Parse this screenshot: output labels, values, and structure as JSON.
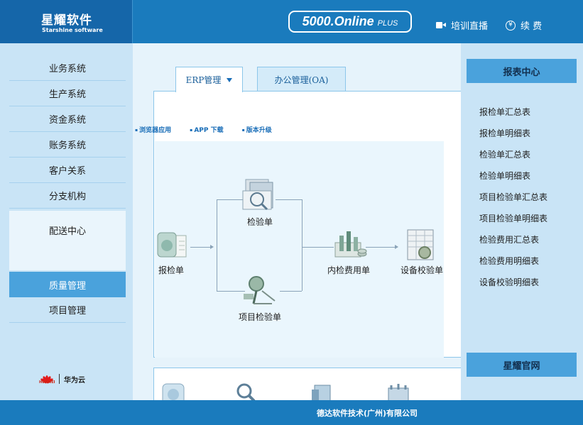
{
  "header": {
    "brand_cn": "星耀软件",
    "brand_en": "Starshine software",
    "version_main": "5000.Online",
    "version_suffix": "PLUS",
    "links": [
      {
        "label": "培训直播",
        "icon": "video-icon"
      },
      {
        "label": "续 费",
        "icon": "renew-icon"
      }
    ]
  },
  "sidebar": {
    "items": [
      {
        "label": "业务系统"
      },
      {
        "label": "生产系统"
      },
      {
        "label": "资金系统"
      },
      {
        "label": "账务系统"
      },
      {
        "label": "客户关系"
      },
      {
        "label": "分支机构"
      },
      {
        "label": "配送中心"
      },
      {
        "label": "质量管理",
        "active": true
      },
      {
        "label": "项目管理"
      }
    ],
    "partner_logo_text": "HUAWEI",
    "partner_name": "华为云"
  },
  "main": {
    "tabs": [
      {
        "label": "ERP管理",
        "active": true
      },
      {
        "label": "办公管理(OA)"
      }
    ],
    "sub_links": [
      "浏览器应用",
      "APP 下载",
      "版本升级"
    ],
    "flow": {
      "nodes": [
        {
          "label": "报检单"
        },
        {
          "label": "检验单"
        },
        {
          "label": "项目检验单"
        },
        {
          "label": "内检费用单"
        },
        {
          "label": "设备校验单"
        }
      ]
    }
  },
  "right_panel": {
    "title": "报表中心",
    "reports": [
      "报检单汇总表",
      "报检单明细表",
      "检验单汇总表",
      "检验单明细表",
      "项目检验单汇总表",
      "项目检验单明细表",
      "检验费用汇总表",
      "检验费用明细表",
      "设备校验明细表"
    ],
    "website_label": "星耀官网"
  },
  "footer": {
    "company": "德达软件技术(广州)有限公司"
  },
  "colors": {
    "header_blue": "#1a7bbd",
    "sidebar_bg": "#c9e4f6",
    "active_item": "#4aa2dc"
  }
}
